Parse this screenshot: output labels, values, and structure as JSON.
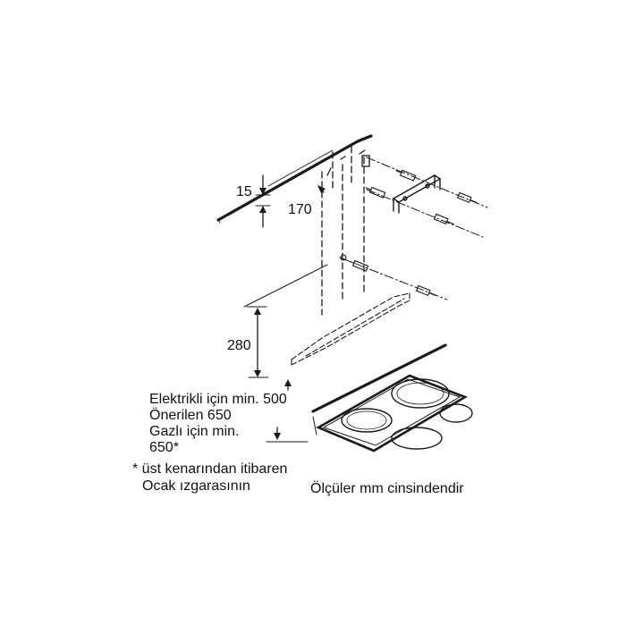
{
  "dimensions": {
    "ceiling_offset": "15",
    "bracket_offset": "170",
    "lower_offset": "280"
  },
  "notes": {
    "electric_min": "Elektrikli için min. 500",
    "recommended": "Önerilen 650",
    "gas_min": "Gazlı için min.",
    "gas_min_value": "650*",
    "footnote_line1": "* üst kenarından itibaren",
    "footnote_line2": "Ocak ızgarasının",
    "units_note": "Ölçüler mm cinsindendir"
  },
  "colors": {
    "line": "#1a1a1a",
    "background": "#ffffff"
  }
}
